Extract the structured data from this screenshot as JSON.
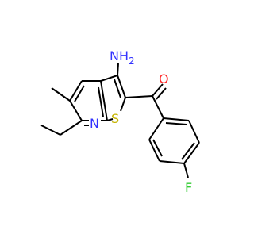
{
  "structure": {
    "atoms": {
      "amino": "NH",
      "amino_sub": "2",
      "carbonyl_oxygen": "O",
      "ring_nitrogen": "N",
      "sulfur": "S",
      "fluorine": "F"
    },
    "colors": {
      "bond": "#000000",
      "nitrogen": "#3333ff",
      "oxygen": "#ff2a2a",
      "sulfur": "#c6b400",
      "fluorine": "#33cc33"
    }
  }
}
